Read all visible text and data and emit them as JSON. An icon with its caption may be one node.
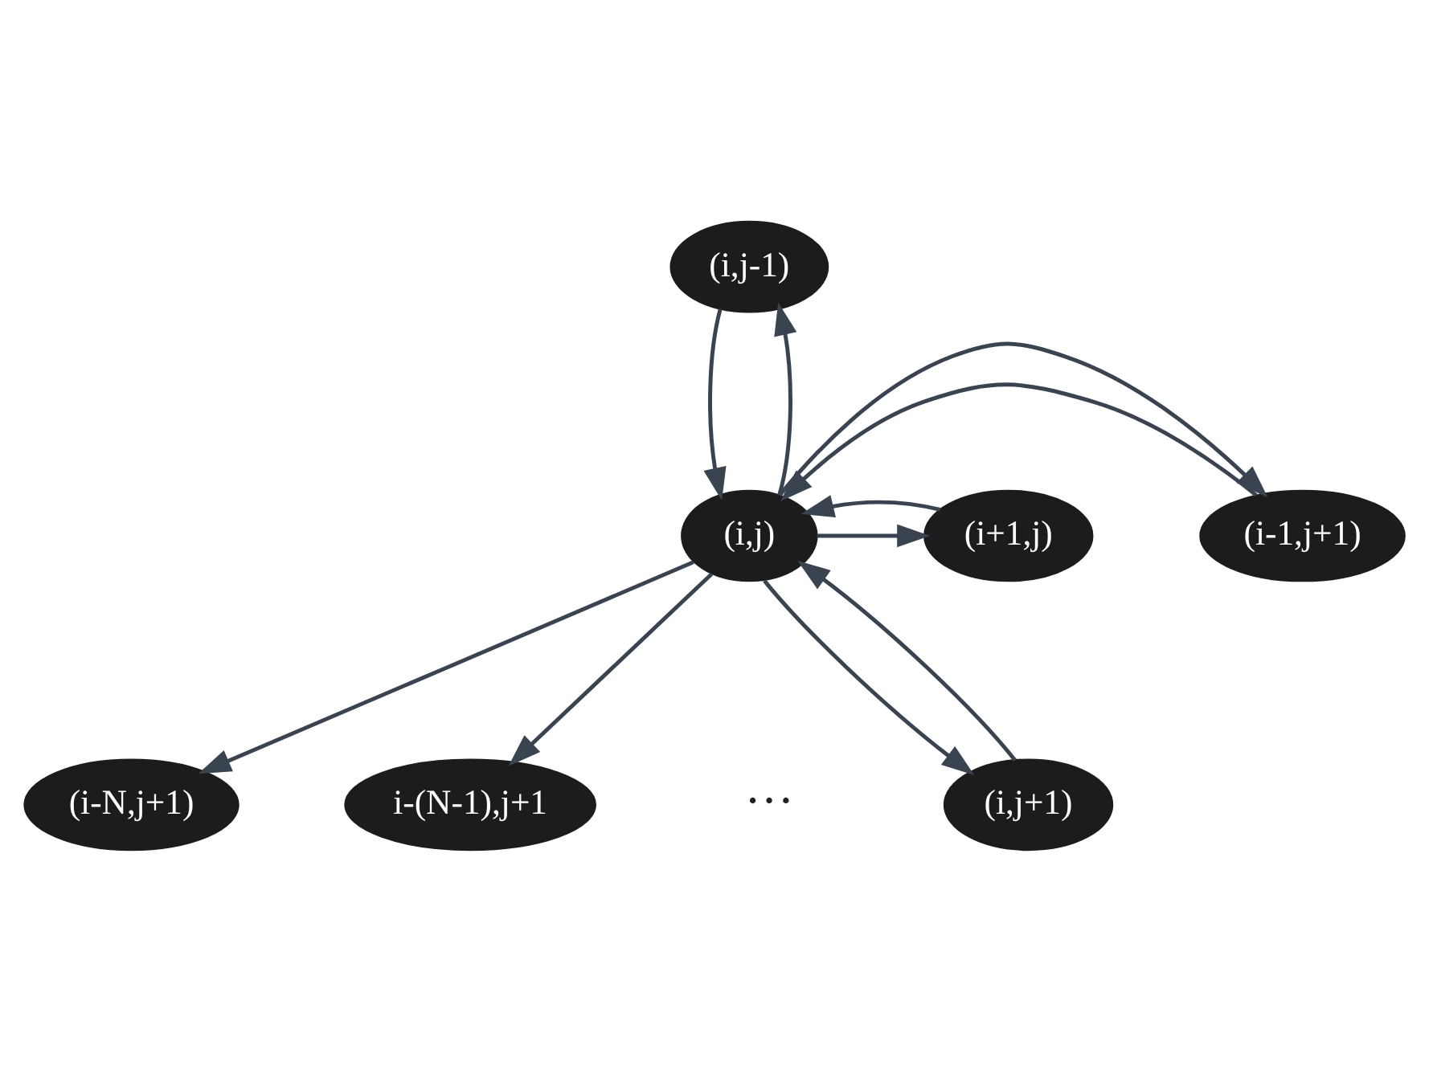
{
  "diagram": {
    "nodes": [
      {
        "text": [
          "(i,j-1)"
        ]
      },
      {
        "text": [
          "(i-1,j+1)"
        ]
      },
      {
        "text": [
          "(i,j)"
        ]
      },
      {
        "text": [
          "(i+1,j)"
        ]
      },
      {
        "text": [
          "(i-N,j+1)"
        ]
      },
      {
        "text": [
          "i-(N-1),j+1"
        ]
      },
      {
        "text": [
          "(i,j+1)"
        ]
      }
    ],
    "edges": [
      {
        "from": 0,
        "to": 2,
        "arrow": "to"
      },
      {
        "from": 2,
        "to": 0,
        "arrow": "to"
      },
      {
        "from": 1,
        "to": 2,
        "arrow": "to"
      },
      {
        "from": 2,
        "to": 1,
        "arrow": "to"
      },
      {
        "from": 2,
        "to": 3,
        "arrow": "to"
      },
      {
        "from": 3,
        "to": 2,
        "arrow": "to"
      },
      {
        "from": 2,
        "to": 4,
        "arrow": "to"
      },
      {
        "from": 2,
        "to": 5,
        "arrow": "to"
      },
      {
        "from": 2,
        "to": 6,
        "arrow": "to"
      },
      {
        "from": 6,
        "to": 2,
        "arrow": "to"
      }
    ],
    "labels": [
      "···"
    ]
  }
}
